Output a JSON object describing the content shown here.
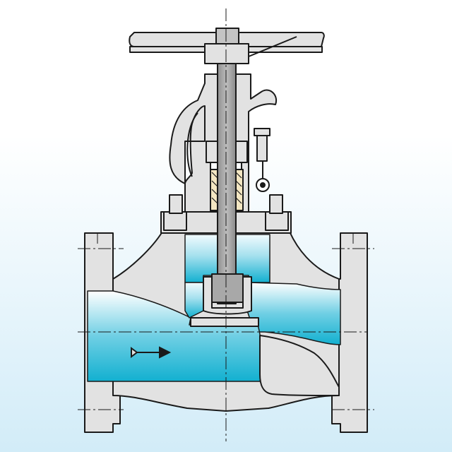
{
  "diagram": {
    "kind": "globe valve cross-section",
    "flow_direction": "left-to-right",
    "colors": {
      "background_top": "#ffffff",
      "background_bottom": "#d6eef8",
      "metal": "#e2e2e2",
      "stem": "#a8a8a8",
      "fluid_light": "#eef9fd",
      "fluid_dark": "#14b2d2",
      "outline": "#1a1a1a"
    },
    "parts": [
      "handwheel",
      "stem",
      "yoke",
      "gland-bolt",
      "packing",
      "bonnet-nut-left",
      "bonnet-nut-right",
      "bonnet",
      "body",
      "inlet-flange",
      "outlet-flange",
      "disc",
      "seat",
      "flow-arrow"
    ]
  }
}
